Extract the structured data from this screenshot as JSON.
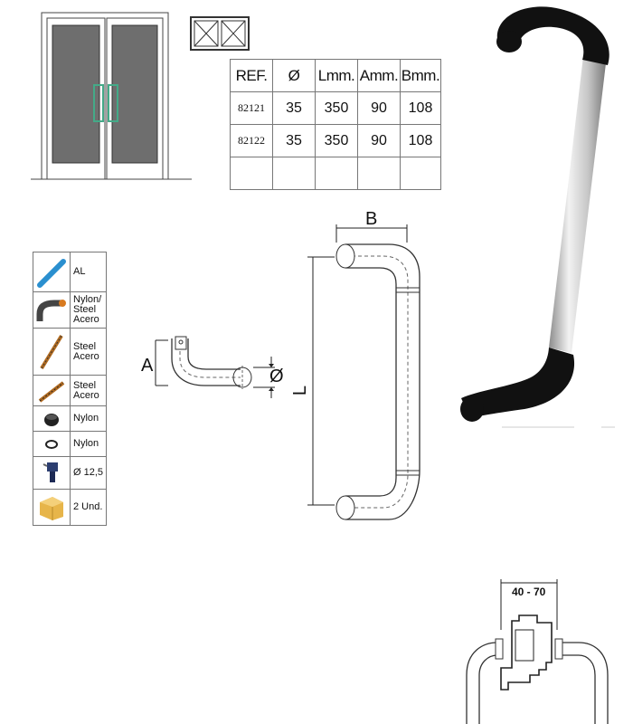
{
  "spec_table": {
    "headers": [
      "REF.",
      "Ø",
      "Lmm.",
      "Amm.",
      "Bmm."
    ],
    "rows": [
      [
        "82121",
        "35",
        "350",
        "90",
        "108"
      ],
      [
        "82122",
        "35",
        "350",
        "90",
        "108"
      ]
    ]
  },
  "materials": [
    {
      "icon": "aluminium-tube-icon",
      "label": "AL"
    },
    {
      "icon": "elbow-icon",
      "label": "Nylon/\nSteel\nAcero"
    },
    {
      "icon": "threaded-rod-icon",
      "label": "Steel\nAcero"
    },
    {
      "icon": "screw-icon",
      "label": "Steel\nAcero"
    },
    {
      "icon": "cap-icon",
      "label": "Nylon"
    },
    {
      "icon": "ring-icon",
      "label": "Nylon"
    },
    {
      "icon": "drill-icon",
      "label": "Ø 12,5"
    },
    {
      "icon": "box-icon",
      "label": "2 Und."
    }
  ],
  "dimension_labels": {
    "a": "A",
    "diameter": "Ø",
    "b": "B",
    "l": "L",
    "profile_range": "40 - 70"
  },
  "colors": {
    "table_border": "#777777",
    "glass": "#6e6e6e",
    "tube": "#c8c8c8",
    "elbow": "#111111"
  }
}
